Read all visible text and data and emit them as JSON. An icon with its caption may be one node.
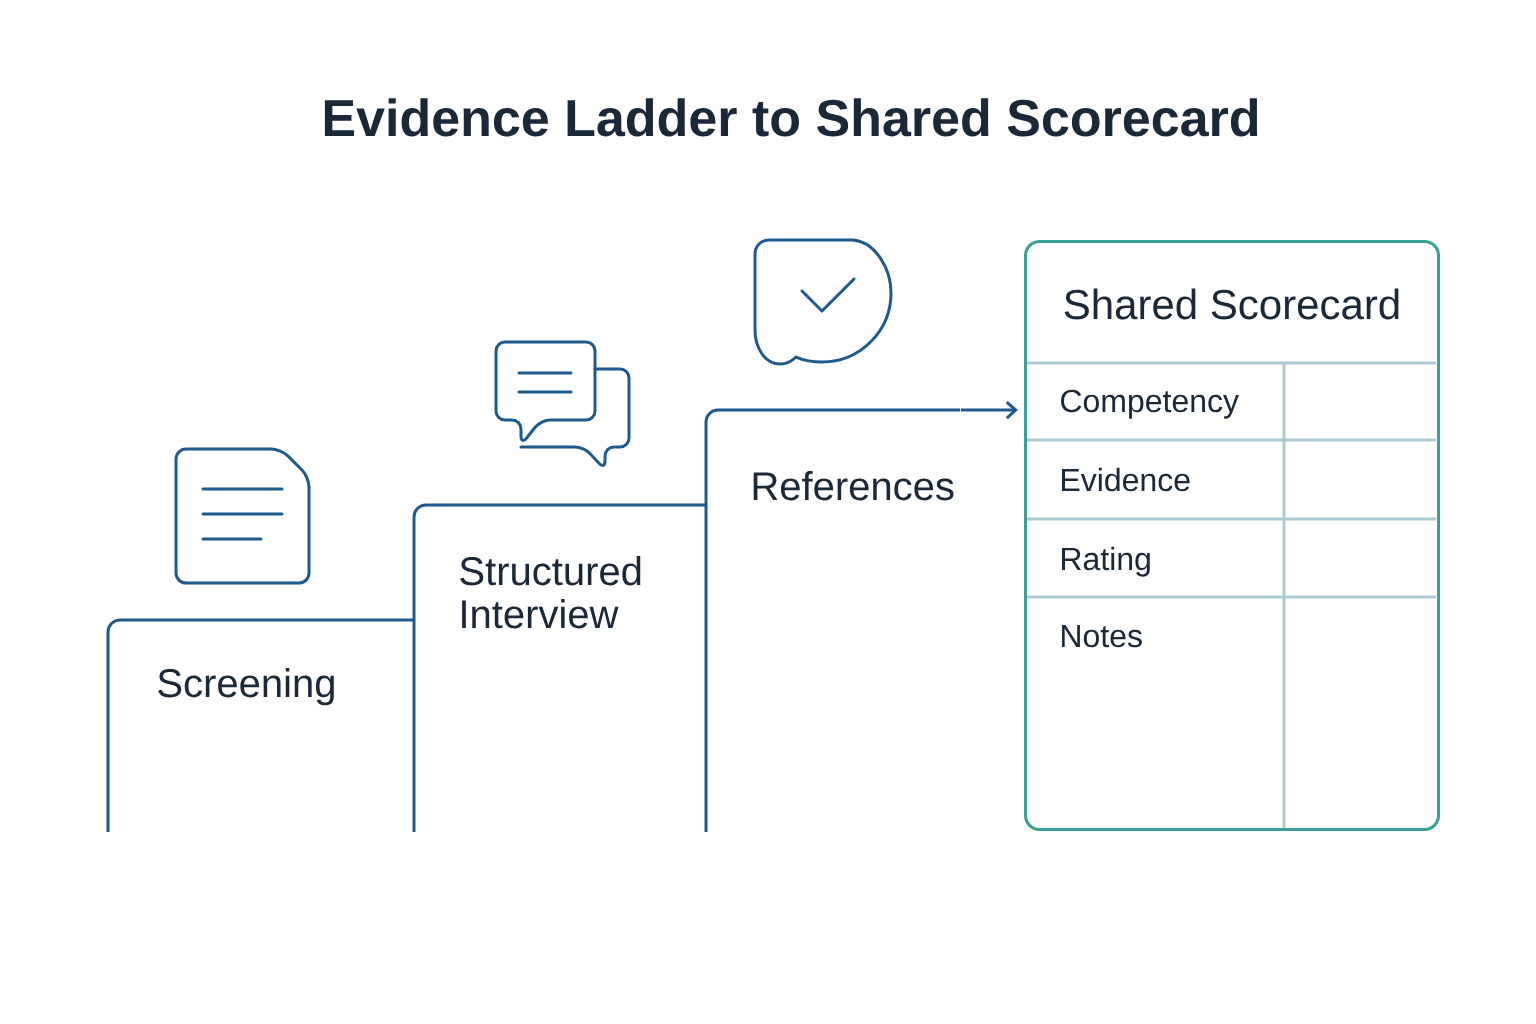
{
  "diagram": {
    "title": "Evidence Ladder to Shared Scorecard",
    "nodes": [
      {
        "text": [
          "Screening"
        ]
      },
      {
        "text": [
          "Structured Interview"
        ]
      },
      {
        "text": [
          "References"
        ]
      },
      {
        "text": [
          "Shared Scorecard"
        ]
      }
    ],
    "edges": [
      {
        "from": 2,
        "to": 3,
        "arrow": "to"
      }
    ],
    "labels": [
      "Competency",
      "Evidence",
      "Rating",
      "Notes"
    ]
  }
}
